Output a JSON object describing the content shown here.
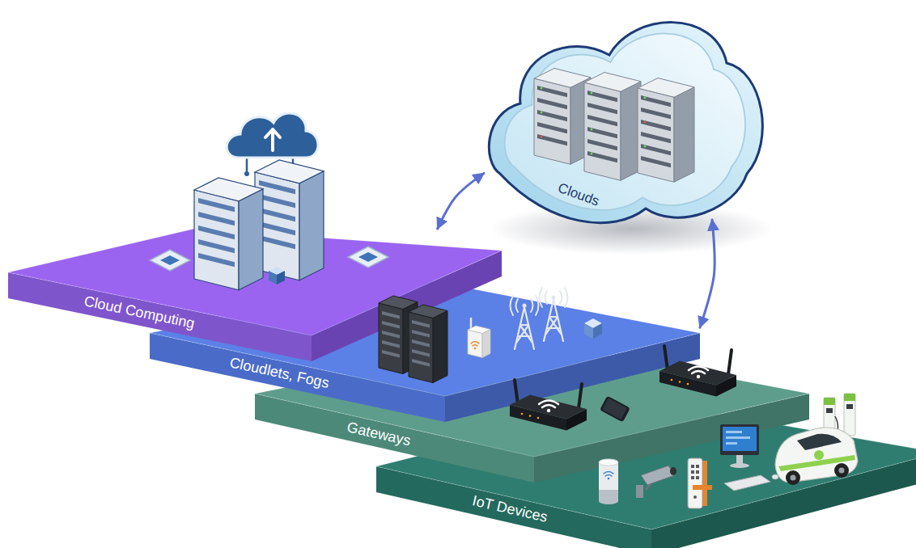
{
  "diagram": {
    "nodes": [
      {
        "text": [
          "Clouds"
        ]
      },
      {
        "text": [
          "Cloud Computing"
        ]
      },
      {
        "text": [
          "Cloudlets, Fogs"
        ]
      },
      {
        "text": [
          "Gateways"
        ]
      },
      {
        "text": [
          "IoT Devices"
        ]
      }
    ],
    "edges": [
      {
        "from": 0,
        "to": 1,
        "arrow": "both"
      },
      {
        "from": 0,
        "to": 2,
        "arrow": "both"
      }
    ]
  }
}
